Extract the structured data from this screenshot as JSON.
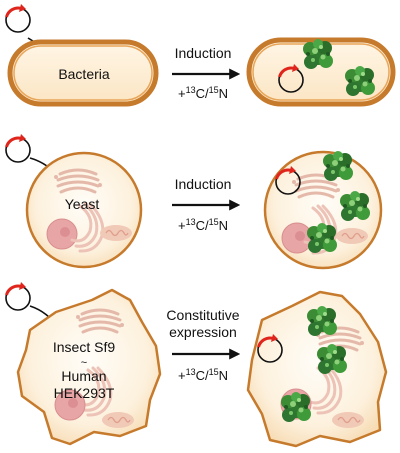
{
  "rows": [
    {
      "cell_label": "Bacteria",
      "arrow_label_lines": [
        "Induction"
      ],
      "isotope": {
        "prefix": "+",
        "mass1": "13",
        "el1": "C/",
        "mass2": "15",
        "el2": "N"
      }
    },
    {
      "cell_label": "Yeast",
      "arrow_label_lines": [
        "Induction"
      ],
      "isotope": {
        "prefix": "+",
        "mass1": "13",
        "el1": "C/",
        "mass2": "15",
        "el2": "N"
      }
    },
    {
      "cell_label_lines": [
        "Insect Sf9",
        "~",
        "Human",
        "HEK293T"
      ],
      "arrow_label_lines": [
        "Constitutive",
        "expression"
      ],
      "isotope": {
        "prefix": "+",
        "mass1": "13",
        "el1": "C/",
        "mass2": "15",
        "el2": "N"
      }
    }
  ],
  "colors": {
    "cell_fill": "#fdf3e2",
    "cell_edge": "#c67a2c",
    "bacteria_edge": "#d98a2f",
    "organelle": "#ecc6b8",
    "organelle_dark": "#e0a8a0",
    "plasmid_red": "#e0261c",
    "protein_green": "#2f7a2f",
    "protein_light": "#6fbf5a"
  },
  "icons": [
    "plasmid-icon",
    "protein-icon",
    "arrow-icon"
  ]
}
